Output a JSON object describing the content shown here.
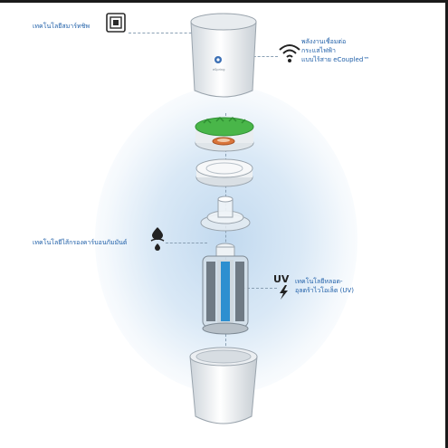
{
  "features": {
    "smart": "เทคโนโลยีสมาร์ทชิพ",
    "wireless": "พลังงานเชื่อมต่อ\nกระแสไฟฟ้า\nแบบไร้สาย eCoupled™",
    "carbon": "เทคโนโลยีไส้กรองคาร์บอนกัมมันต์",
    "uv": "เทคโนโลยีหลอด-\nอุลตร้าไวโอเล็ต (UV)"
  },
  "device": {
    "logo_text": "eSpring"
  },
  "icons": {
    "smart": "chip-icon",
    "wireless": "wifi-icon",
    "carbon": "water-drop-icon",
    "uv": "uv-lightning-icon"
  },
  "colors": {
    "label": "#1f5fa8",
    "uv_bar": "#2d8fd0",
    "filter_green": "#49b649",
    "coil_orange": "#d9753b"
  }
}
